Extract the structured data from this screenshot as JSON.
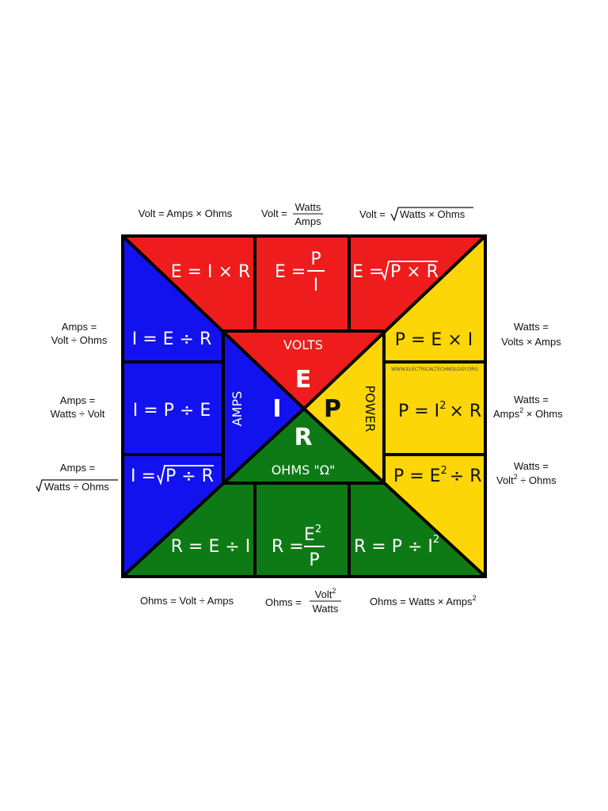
{
  "colors": {
    "volts": "#ee1c1c",
    "amps": "#1212ee",
    "power": "#fcd606",
    "ohms": "#0e7a16",
    "border": "#000000"
  },
  "top_labels": {
    "volt_amps_ohms": "Volt = Amps × Ohms",
    "volt_prefix": "Volt =",
    "volt_watts_num": "Watts",
    "volt_watts_den": "Amps",
    "volt_sqrt_prefix": "Volt =",
    "volt_sqrt_body": "Watts × Ohms"
  },
  "left_labels": {
    "amps1_a": "Amps =",
    "amps1_b": "Volt ÷ Ohms",
    "amps2_a": "Amps =",
    "amps2_b": "Watts ÷ Volt",
    "amps3_a": "Amps =",
    "amps3_b": "Watts ÷ Ohms"
  },
  "right_labels": {
    "watts1_a": "Watts =",
    "watts1_b": "Volts × Amps",
    "watts2_a": "Watts =",
    "watts2_b_pre": "Amps",
    "watts2_b_sup": "2",
    "watts2_b_post": " × Ohms",
    "watts3_a": "Watts =",
    "watts3_b_pre": "Volt",
    "watts3_b_sup": "2",
    "watts3_b_post": " ÷ Ohms"
  },
  "bottom_labels": {
    "ohms1": "Ohms = Volt ÷ Amps",
    "ohms2_prefix": "Ohms =",
    "ohms2_num": "Volt",
    "ohms2_num_sup": "2",
    "ohms2_den": "Watts",
    "ohms3_pre": "Ohms = Watts × Amps",
    "ohms3_sup": "2"
  },
  "formulas": {
    "e_ir": "E = I × R",
    "e_pi_prefix": "E =",
    "e_pi_num": "P",
    "e_pi_den": "I",
    "e_sqrt_prefix": "E =",
    "e_sqrt_body": "P × R",
    "i_er": "I = E ÷ R",
    "i_pe": "I = P ÷ E",
    "i_sqrt_prefix": "I =",
    "i_sqrt_body": "P ÷ R",
    "p_ei": "P = E × I",
    "p_i2r_pre": "P = I",
    "p_i2r_sup": "2",
    "p_i2r_post": "× R",
    "p_e2r_pre": "P = E",
    "p_e2r_sup": "2",
    "p_e2r_post": "÷ R",
    "r_ei": "R = E ÷ I",
    "r_e2p_prefix": "R =",
    "r_e2p_num": "E",
    "r_e2p_sup": "2",
    "r_e2p_den": "P",
    "r_pi2_pre": "R = P ÷ I",
    "r_pi2_sup": "2"
  },
  "center": {
    "volts": "VOLTS",
    "amps": "AMPS",
    "power": "POWER",
    "ohms": "OHMS \"Ω\"",
    "letter_e": "E",
    "letter_i": "I",
    "letter_p": "P",
    "letter_r": "R"
  },
  "watermark": "WWW.ELECTRICALTECHNOLOGY.ORG"
}
